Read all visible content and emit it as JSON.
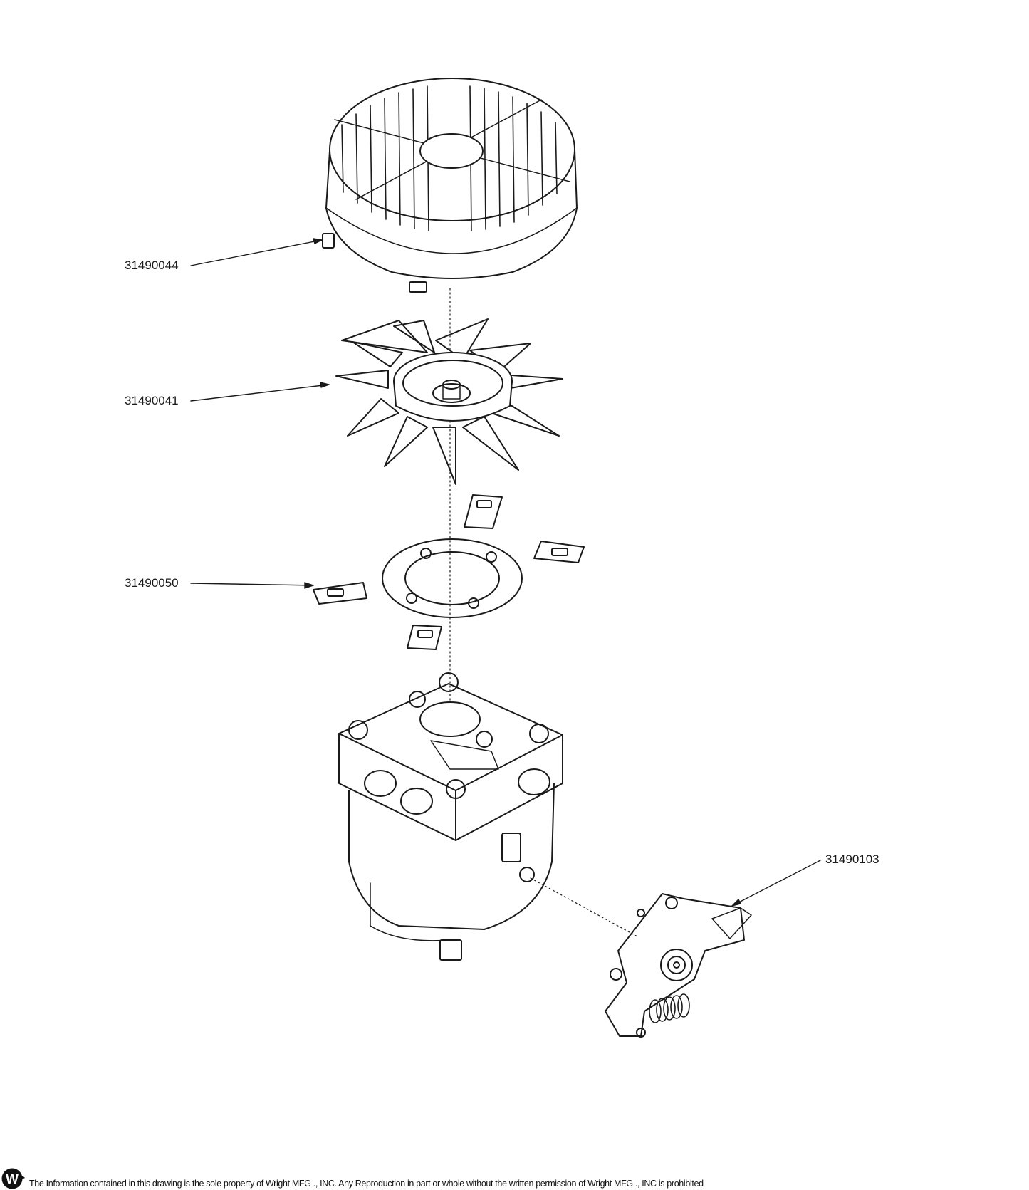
{
  "callouts": [
    {
      "part_number": "31490044"
    },
    {
      "part_number": "31490041"
    },
    {
      "part_number": "31490050"
    },
    {
      "part_number": "31490103"
    }
  ],
  "footer": {
    "logo_letter": "W",
    "disclaimer": "The Information contained in this drawing is the sole property of Wright MFG ., INC. Any Reproduction in part or whole without the written permission of Wright MFG ., INC is prohibited"
  },
  "colors": {
    "line": "#1a1a1a",
    "background": "#ffffff"
  }
}
